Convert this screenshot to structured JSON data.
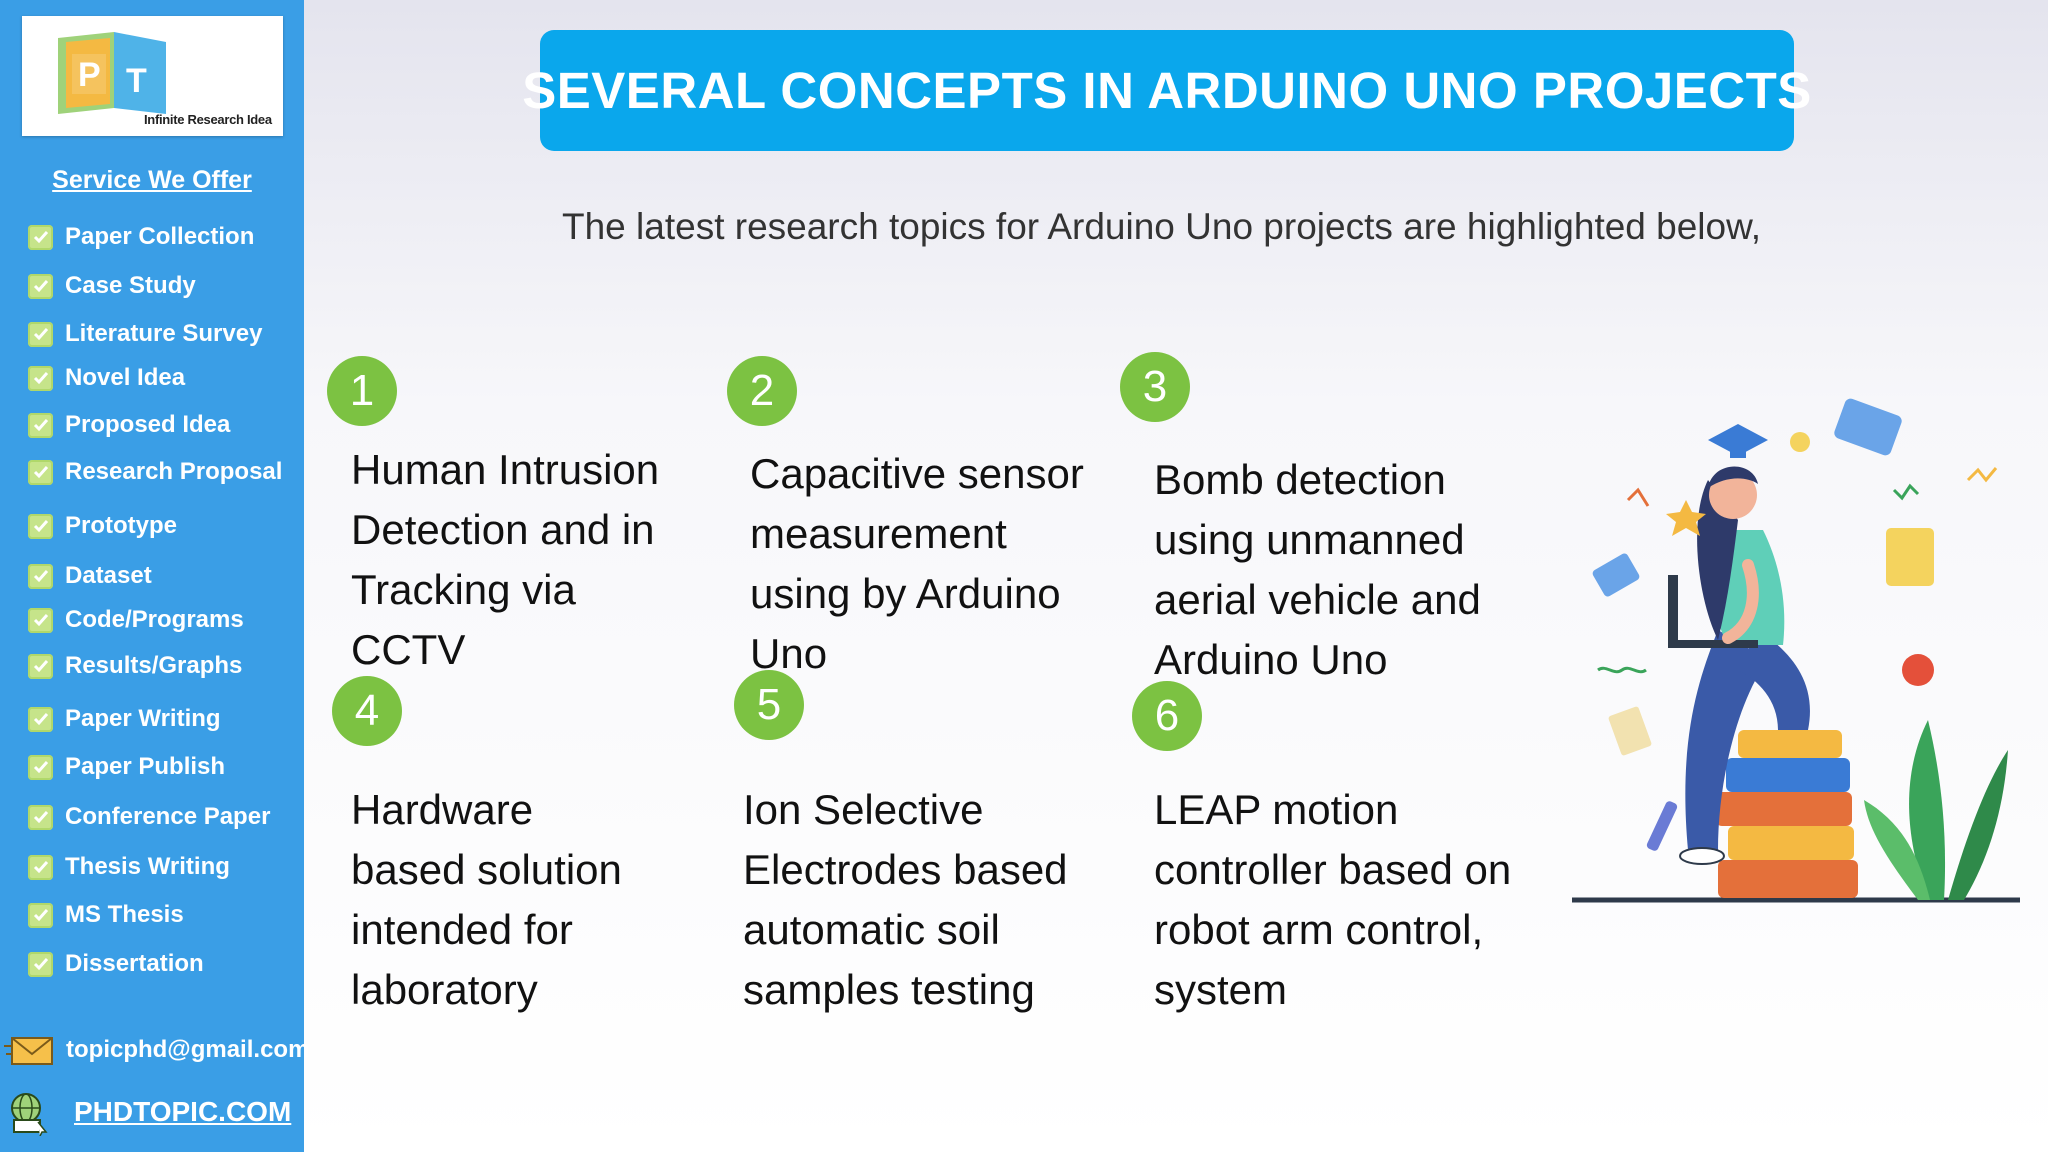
{
  "sidebar": {
    "logo_tagline": "Infinite Research Idea",
    "services_title": "Service We Offer",
    "services": [
      "Paper Collection",
      "Case Study",
      "Literature Survey",
      "Novel Idea",
      "Proposed Idea",
      "Research Proposal",
      "Prototype",
      "Dataset",
      "Code/Programs",
      "Results/Graphs",
      "Paper Writing",
      "Paper Publish",
      "Conference Paper",
      "Thesis Writing",
      "MS Thesis",
      "Dissertation"
    ],
    "email": "topicphd@gmail.com",
    "website": "PHDTOPIC.COM"
  },
  "header": {
    "title": "SEVERAL CONCEPTS IN ARDUINO UNO PROJECTS",
    "subtitle": "The latest research topics for Arduino Uno projects are highlighted below,"
  },
  "topics": [
    {
      "number": "1",
      "lines": [
        "Human Intrusion",
        "Detection and in",
        "Tracking via",
        "CCTV"
      ]
    },
    {
      "number": "2",
      "lines": [
        "Capacitive sensor",
        "measurement",
        "using by Arduino",
        "Uno"
      ]
    },
    {
      "number": "3",
      "lines": [
        "Bomb detection",
        "using unmanned",
        "aerial vehicle and",
        "Arduino Uno"
      ]
    },
    {
      "number": "4",
      "lines": [
        "Hardware",
        "based solution",
        "intended for",
        "laboratory"
      ]
    },
    {
      "number": "5",
      "lines": [
        "Ion Selective",
        "Electrodes based",
        "automatic soil",
        "samples testing"
      ]
    },
    {
      "number": "6",
      "lines": [
        "LEAP motion",
        "controller based on",
        "robot arm control,",
        "system"
      ]
    }
  ],
  "colors": {
    "sidebar": "#3a9ee6",
    "title_box": "#0aa7ec",
    "number_badge": "#7cc242"
  }
}
